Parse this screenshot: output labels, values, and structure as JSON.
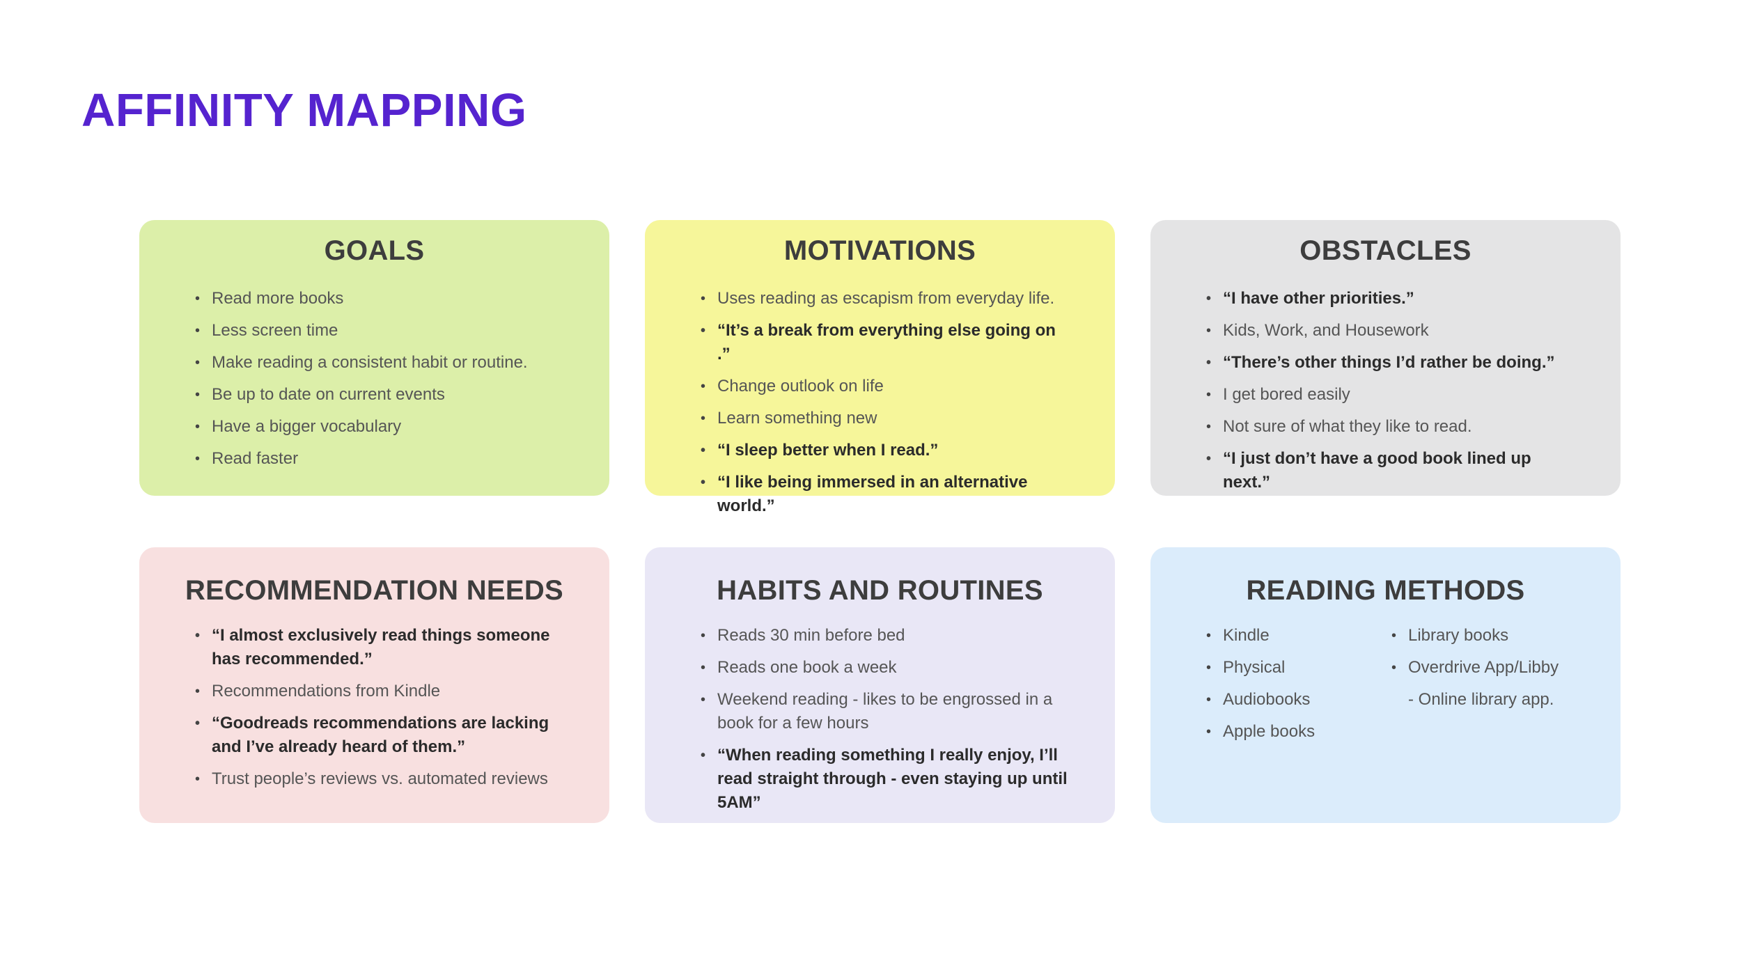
{
  "title": "AFFINITY MAPPING",
  "colors": {
    "title": "#5523cf",
    "goals": "#dcefa9",
    "motivations": "#f6f69a",
    "obstacles": "#e4e4e5",
    "recommendation_needs": "#f8e0e0",
    "habits": "#e9e7f6",
    "reading_methods": "#dbecfb"
  },
  "cards": {
    "goals": {
      "title": "GOALS",
      "items": [
        {
          "text": "Read more books",
          "quote": false
        },
        {
          "text": "Less screen time",
          "quote": false
        },
        {
          "text": "Make reading a consistent habit or routine.",
          "quote": false
        },
        {
          "text": "Be up to date on current events",
          "quote": false
        },
        {
          "text": "Have a bigger vocabulary",
          "quote": false
        },
        {
          "text": "Read faster",
          "quote": false
        }
      ]
    },
    "motivations": {
      "title": "MOTIVATIONS",
      "items": [
        {
          "text": "Uses reading as escapism from everyday life.",
          "quote": false
        },
        {
          "text": "“It’s a break from everything else going on .”",
          "quote": true
        },
        {
          "text": "Change outlook on life",
          "quote": false
        },
        {
          "text": "Learn something new",
          "quote": false
        },
        {
          "text": "“I sleep better when I read.”",
          "quote": true
        },
        {
          "text": "“I like being immersed in an alternative world.”",
          "quote": true
        }
      ]
    },
    "obstacles": {
      "title": "OBSTACLES",
      "items": [
        {
          "text": "“I have other priorities.”",
          "quote": true
        },
        {
          "text": "Kids, Work, and Housework",
          "quote": false
        },
        {
          "text": "“There’s other things I’d rather be doing.”",
          "quote": true
        },
        {
          "text": "I get bored easily",
          "quote": false
        },
        {
          "text": "Not sure of what they like to read.",
          "quote": false
        },
        {
          "text": "“I just don’t have a good book lined up next.”",
          "quote": true
        }
      ]
    },
    "recommendation_needs": {
      "title": "RECOMMENDATION NEEDS",
      "items": [
        {
          "text": "“I almost exclusively read things someone has recommended.”",
          "quote": true
        },
        {
          "text": "Recommendations from Kindle",
          "quote": false
        },
        {
          "text": "“Goodreads recommendations are lacking and I’ve already heard of them.”",
          "quote": true
        },
        {
          "text": "Trust people’s reviews vs. automated reviews",
          "quote": false
        }
      ]
    },
    "habits": {
      "title": "HABITS AND ROUTINES",
      "items": [
        {
          "text": "Reads 30 min before bed",
          "quote": false
        },
        {
          "text": "Reads one book a week",
          "quote": false
        },
        {
          "text": "Weekend reading - likes to be engrossed in a book for a few hours",
          "quote": false
        },
        {
          "text": " “When reading something I really enjoy, I’ll read straight through - even staying up until 5AM”",
          "quote": true
        }
      ]
    },
    "reading_methods": {
      "title": "READING METHODS",
      "col1": [
        "Kindle",
        "Physical",
        "Audiobooks",
        "Apple books"
      ],
      "col2": [
        "Library books",
        "Overdrive App/Libby"
      ],
      "col2_sub": "- Online library app."
    }
  }
}
